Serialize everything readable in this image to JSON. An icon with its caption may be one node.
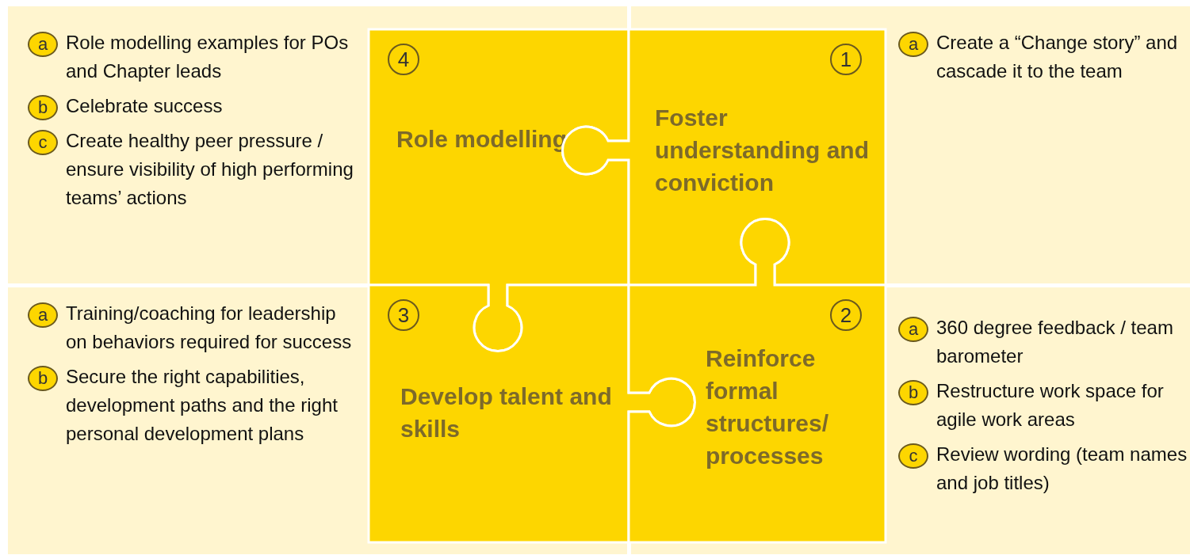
{
  "diagram": {
    "nodes": [
      {
        "text": [
          "4",
          "Role modelling"
        ]
      },
      {
        "text": [
          "1",
          "Foster understanding and conviction"
        ]
      },
      {
        "text": [
          "3",
          "Develop talent and skills"
        ]
      },
      {
        "text": [
          "2",
          "Reinforce formal structures/ processes"
        ]
      }
    ],
    "labels": [
      "a",
      "Role modelling examples for POs and Chapter leads",
      "b",
      "Celebrate success",
      "c",
      "Create healthy peer pressure / ensure visibility of high performing teams’ actions",
      "a",
      "Create a “Change story” and cascade it to the team",
      "a",
      "Training/coaching for leadership on behaviors required for success",
      "b",
      "Secure the right capabilities, development paths and the right personal development plans",
      "a",
      "360 degree feedback / team barometer",
      "b",
      "Restructure work space for agile work areas",
      "c",
      "Review wording (team names and job titles)"
    ]
  }
}
